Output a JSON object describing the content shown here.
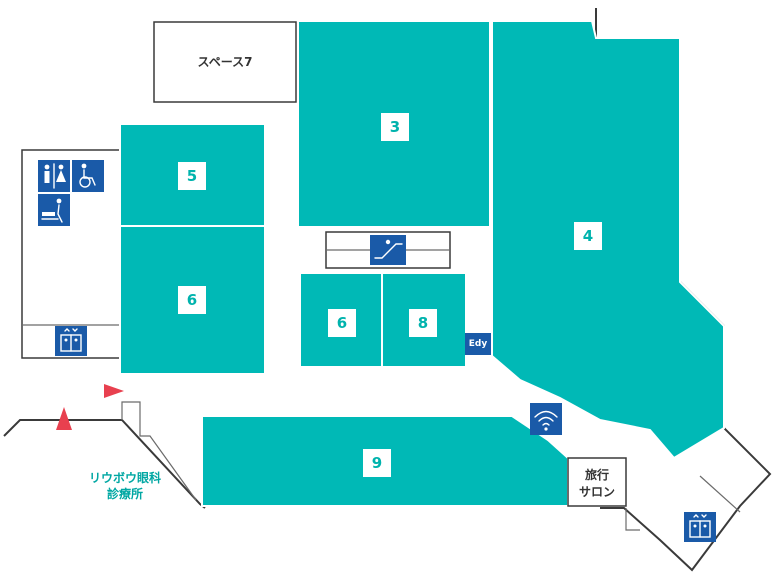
{
  "map": {
    "stores": [
      {
        "id": "3",
        "label": "3"
      },
      {
        "id": "4",
        "label": "4"
      },
      {
        "id": "5",
        "label": "5"
      },
      {
        "id": "6a",
        "label": "6"
      },
      {
        "id": "6b",
        "label": "6"
      },
      {
        "id": "8",
        "label": "8"
      },
      {
        "id": "9",
        "label": "9"
      }
    ],
    "rooms": {
      "space7": "スペース7",
      "travel_line1": "旅行",
      "travel_line2": "サロン"
    },
    "clinic": {
      "line1": "リウボウ眼科",
      "line2": "診療所"
    },
    "icons": {
      "edy": "Edy",
      "restroom": "restroom-icon",
      "accessible": "wheelchair-icon",
      "baby": "baby-changing-icon",
      "elevator": "elevator-icon",
      "escalator": "escalator-icon",
      "wifi": "wifi-icon"
    },
    "colors": {
      "store": "#00b9b6",
      "icon": "#1a5aa8",
      "entrance_arrow": "#e8404f"
    }
  }
}
